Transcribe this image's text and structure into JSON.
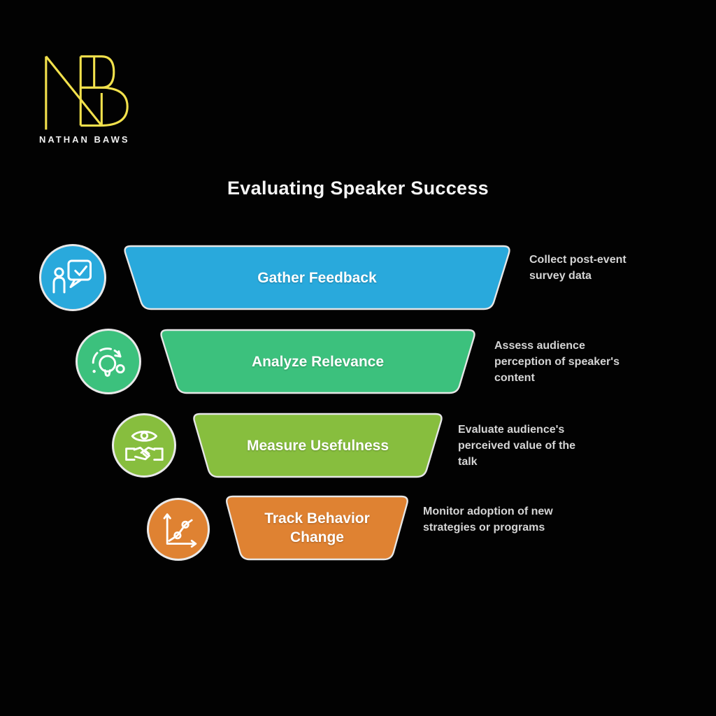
{
  "brand": {
    "monogram": "NB",
    "name": "NATHAN BAWS",
    "logo_color": "#F2E14C"
  },
  "title": "Evaluating Speaker Success",
  "colors": {
    "background": "#020202",
    "title_text": "#F5F5F5",
    "label_text": "#FFFFFF",
    "description_text": "#D5D5D5",
    "bar_border": "#E6E6E6",
    "icon_ring": "#E9E9E9"
  },
  "funnel": {
    "stages": [
      {
        "label": "Gather Feedback",
        "description": "Collect post-event\nsurvey data",
        "color": "#29A9DC",
        "icon": "person-chat-check-icon"
      },
      {
        "label": "Analyze Relevance",
        "description": "Assess audience\nperception of speaker's\ncontent",
        "color": "#3CC17D",
        "icon": "lightbulb-gauge-icon"
      },
      {
        "label": "Measure Usefulness",
        "description": "Evaluate audience's\nperceived value of the\ntalk",
        "color": "#87BE3E",
        "icon": "eye-handshake-icon"
      },
      {
        "label": "Track Behavior\nChange",
        "description": "Monitor adoption of new\nstrategies or programs",
        "color": "#DF8232",
        "icon": "growth-chart-icon"
      }
    ]
  }
}
